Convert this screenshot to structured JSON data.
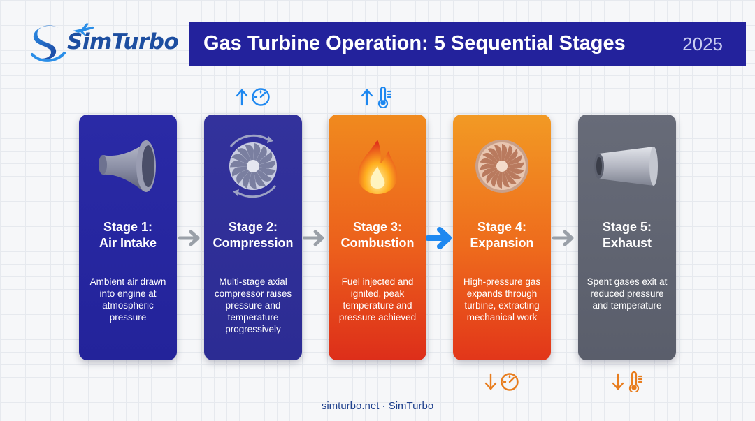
{
  "brand": {
    "name": "SimTurbo"
  },
  "header": {
    "title": "Gas Turbine Operation: 5 Sequential Stages",
    "year": "2025"
  },
  "stages": [
    {
      "title_line1": "Stage 1:",
      "title_line2": "Air Intake",
      "description": "Ambient air drawn into engine at atmospheric pressure",
      "icon": "intake-nozzle-icon",
      "color": "#23239a"
    },
    {
      "title_line1": "Stage 2:",
      "title_line2": "Compression",
      "description": "Multi-stage axial compressor raises pressure and temperature progressively",
      "icon": "compressor-fan-icon",
      "color": "#2c2c93"
    },
    {
      "title_line1": "Stage 3:",
      "title_line2": "Combustion",
      "description": "Fuel injected and ignited, peak temperature and pressure achieved",
      "icon": "flame-icon",
      "color": "#ec5f1c"
    },
    {
      "title_line1": "Stage 4:",
      "title_line2": "Expansion",
      "description": "High-pressure gas expands through turbine, extracting mechanical work",
      "icon": "turbine-wheel-icon",
      "color": "#ee6a1c"
    },
    {
      "title_line1": "Stage 5:",
      "title_line2": "Exhaust",
      "description": "Spent gases exit at reduced pressure and temperature",
      "icon": "exhaust-nozzle-icon",
      "color": "#5a5e6b"
    }
  ],
  "indicators": [
    {
      "stage": 2,
      "direction": "up",
      "quantity": "pressure",
      "icon": "pressure-gauge-icon"
    },
    {
      "stage": 3,
      "direction": "up",
      "quantity": "temperature",
      "icon": "thermometer-icon"
    },
    {
      "stage": 4,
      "direction": "down",
      "quantity": "pressure",
      "icon": "pressure-gauge-icon"
    },
    {
      "stage": 5,
      "direction": "down",
      "quantity": "temperature",
      "icon": "thermometer-icon"
    }
  ],
  "colors": {
    "accent": "#1e88f0",
    "arrow_gray": "#9aa0a8",
    "header_bg": "#23229c"
  },
  "footer": "simturbo.net · SimTurbo"
}
